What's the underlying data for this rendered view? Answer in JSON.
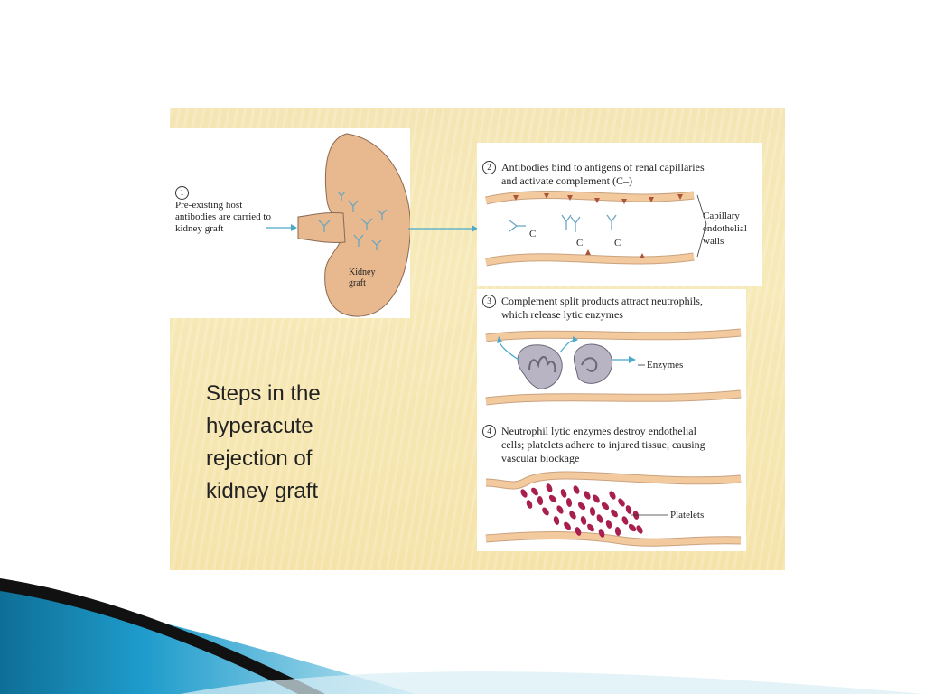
{
  "slide": {
    "caption": "Steps in the\nhyperacute\nrejection of\nkidney graft"
  },
  "diagram": {
    "step1": {
      "number": "1",
      "lines": [
        "Pre-existing host",
        "antibodies are carried to",
        "kidney graft"
      ]
    },
    "kidney_label": [
      "Kidney",
      "graft"
    ],
    "step2": {
      "number": "2",
      "lines": [
        "Antibodies bind to antigens of renal capillaries",
        "and activate complement (C–)"
      ],
      "complement_mark": "C",
      "wall_label": [
        "Capillary",
        "endothelial",
        "walls"
      ]
    },
    "step3": {
      "number": "3",
      "lines": [
        "Complement split products attract neutrophils,",
        "which release lytic enzymes"
      ],
      "enzymes_label": "Enzymes"
    },
    "step4": {
      "number": "4",
      "lines": [
        "Neutrophil lytic enzymes destroy endothelial",
        "cells; platelets adhere to injured tissue, causing",
        "vascular blockage"
      ],
      "platelets_label": "Platelets"
    }
  },
  "colors": {
    "background_panel": "#f5e6b0",
    "tissue": "#e8b88f",
    "vessel_wall": "#f3c99e",
    "antigen": "#a9553a",
    "antibody": "#6aa7c0",
    "neutrophil": "#b8b4c4",
    "platelet": "#a81e4e",
    "arrow": "#4aa8c8",
    "accent_blue": "#1f8bb8",
    "accent_dark": "#111111"
  }
}
